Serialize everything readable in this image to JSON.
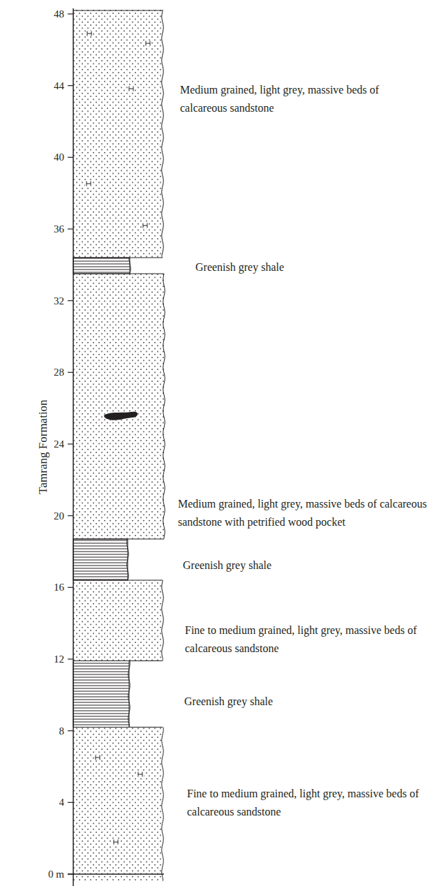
{
  "diagram": {
    "labels": [
      "48",
      "44",
      "40",
      "36",
      "32",
      "28",
      "24",
      "20",
      "16",
      "12",
      "8",
      "4",
      "0 m",
      "Tamrang Formation",
      "Medium grained, light grey, massive beds of calcareous sandstone",
      "Greenish grey shale",
      "Medium grained, light grey, massive beds of calcareous sandstone with petrified wood pocket",
      "Greenish grey shale",
      "Fine to medium grained, light grey, massive beds of calcareous sandstone",
      "Greenish grey shale",
      "Fine to medium grained, light grey, massive beds of calcareous sandstone"
    ]
  }
}
